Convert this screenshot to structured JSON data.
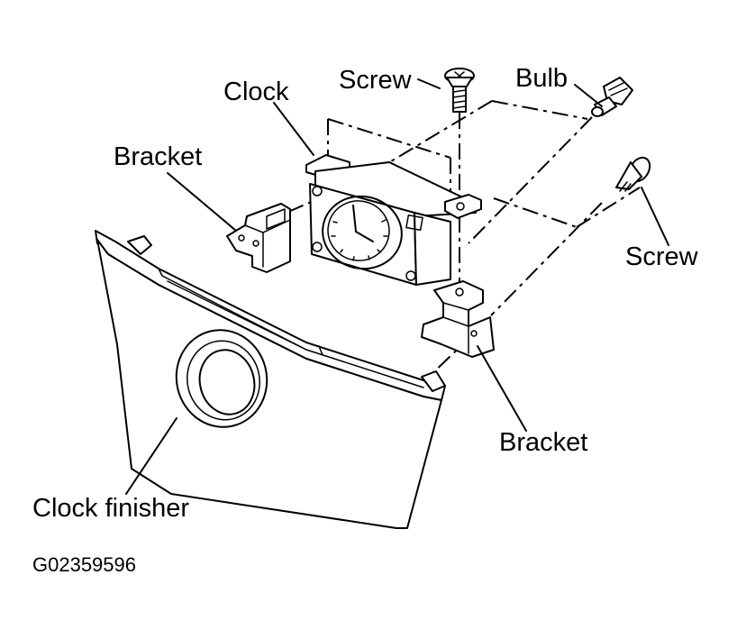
{
  "labels": {
    "clock": "Clock",
    "screw_top": "Screw",
    "bulb": "Bulb",
    "bracket_left": "Bracket",
    "screw_right": "Screw",
    "bracket_right": "Bracket",
    "clock_finisher": "Clock finisher"
  },
  "figure_code": "G02359596"
}
